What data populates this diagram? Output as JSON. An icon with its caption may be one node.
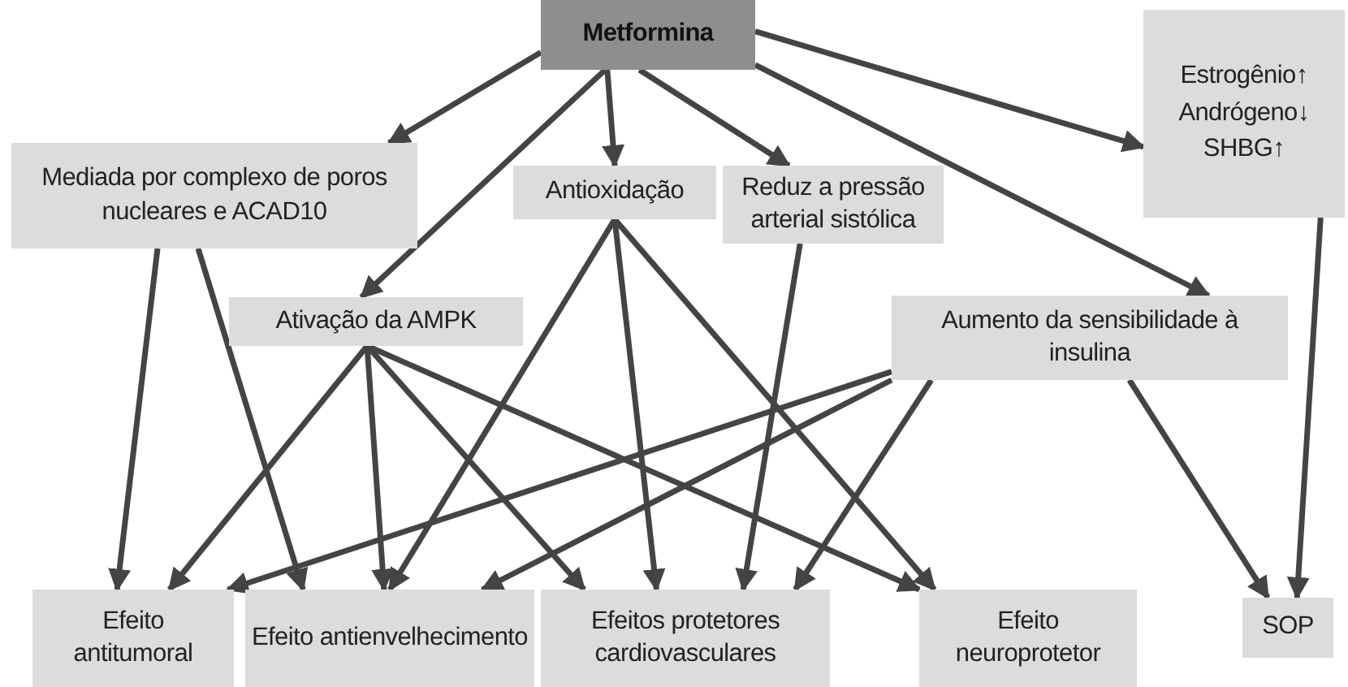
{
  "diagram": {
    "nodes": [
      {
        "text": [
          "Metformina"
        ]
      },
      {
        "text": [
          "Mediada por complexo de poros nucleares e ACAD10"
        ]
      },
      {
        "text": [
          "Antioxidação"
        ]
      },
      {
        "text": [
          "Reduz a pressão arterial sistólica"
        ]
      },
      {
        "text": [
          "Estrogênio↑ Andrógeno↓ SHBG↑"
        ]
      },
      {
        "text": [
          "Ativação da AMPK"
        ]
      },
      {
        "text": [
          "Aumento da sensibilidade à insulina"
        ]
      },
      {
        "text": [
          "Efeito antitumoral"
        ]
      },
      {
        "text": [
          "Efeito antienvelhecimento"
        ]
      },
      {
        "text": [
          "Efeitos protetores cardiovasculares"
        ]
      },
      {
        "text": [
          "Efeito neuroprotetor"
        ]
      },
      {
        "text": [
          "SOP"
        ]
      }
    ],
    "edges": [
      {
        "from": 0,
        "to": 1,
        "arrow": "to"
      },
      {
        "from": 0,
        "to": 5,
        "arrow": "to"
      },
      {
        "from": 0,
        "to": 2,
        "arrow": "to"
      },
      {
        "from": 0,
        "to": 3,
        "arrow": "to"
      },
      {
        "from": 0,
        "to": 4,
        "arrow": "to"
      },
      {
        "from": 0,
        "to": 6,
        "arrow": "to"
      },
      {
        "from": 1,
        "to": 7,
        "arrow": "to"
      },
      {
        "from": 1,
        "to": 8,
        "arrow": "to"
      },
      {
        "from": 2,
        "to": 8,
        "arrow": "to"
      },
      {
        "from": 2,
        "to": 9,
        "arrow": "to"
      },
      {
        "from": 2,
        "to": 10,
        "arrow": "to"
      },
      {
        "from": 3,
        "to": 9,
        "arrow": "to"
      },
      {
        "from": 5,
        "to": 7,
        "arrow": "to"
      },
      {
        "from": 5,
        "to": 8,
        "arrow": "to"
      },
      {
        "from": 5,
        "to": 9,
        "arrow": "to"
      },
      {
        "from": 5,
        "to": 10,
        "arrow": "to"
      },
      {
        "from": 6,
        "to": 7,
        "arrow": "to"
      },
      {
        "from": 6,
        "to": 8,
        "arrow": "to"
      },
      {
        "from": 6,
        "to": 9,
        "arrow": "to"
      },
      {
        "from": 6,
        "to": 11,
        "arrow": "to"
      },
      {
        "from": 4,
        "to": 11,
        "arrow": "to"
      }
    ]
  }
}
